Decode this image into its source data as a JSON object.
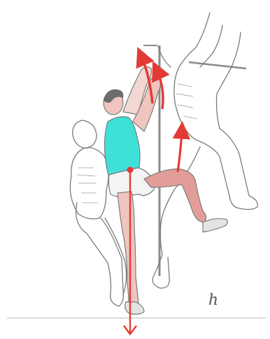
{
  "figure": {
    "scale_label": "ℎ",
    "colors": {
      "line_art": "#7b7b7b",
      "shirt": "#3fe0d8",
      "shorts": "#f4f4f4",
      "skin": "#f0c4bf",
      "limb_highlight": "#d88a86",
      "arrow": "#e23b36",
      "hair": "#6c6c6c"
    },
    "arrows": [
      {
        "name": "outer-arm-swing",
        "direction": "upward-curved"
      },
      {
        "name": "inner-arm-swing",
        "direction": "upward-curved"
      },
      {
        "name": "knee-drive",
        "direction": "upward-curved"
      },
      {
        "name": "center-of-mass-ground-force",
        "direction": "downward-vertical"
      }
    ]
  }
}
